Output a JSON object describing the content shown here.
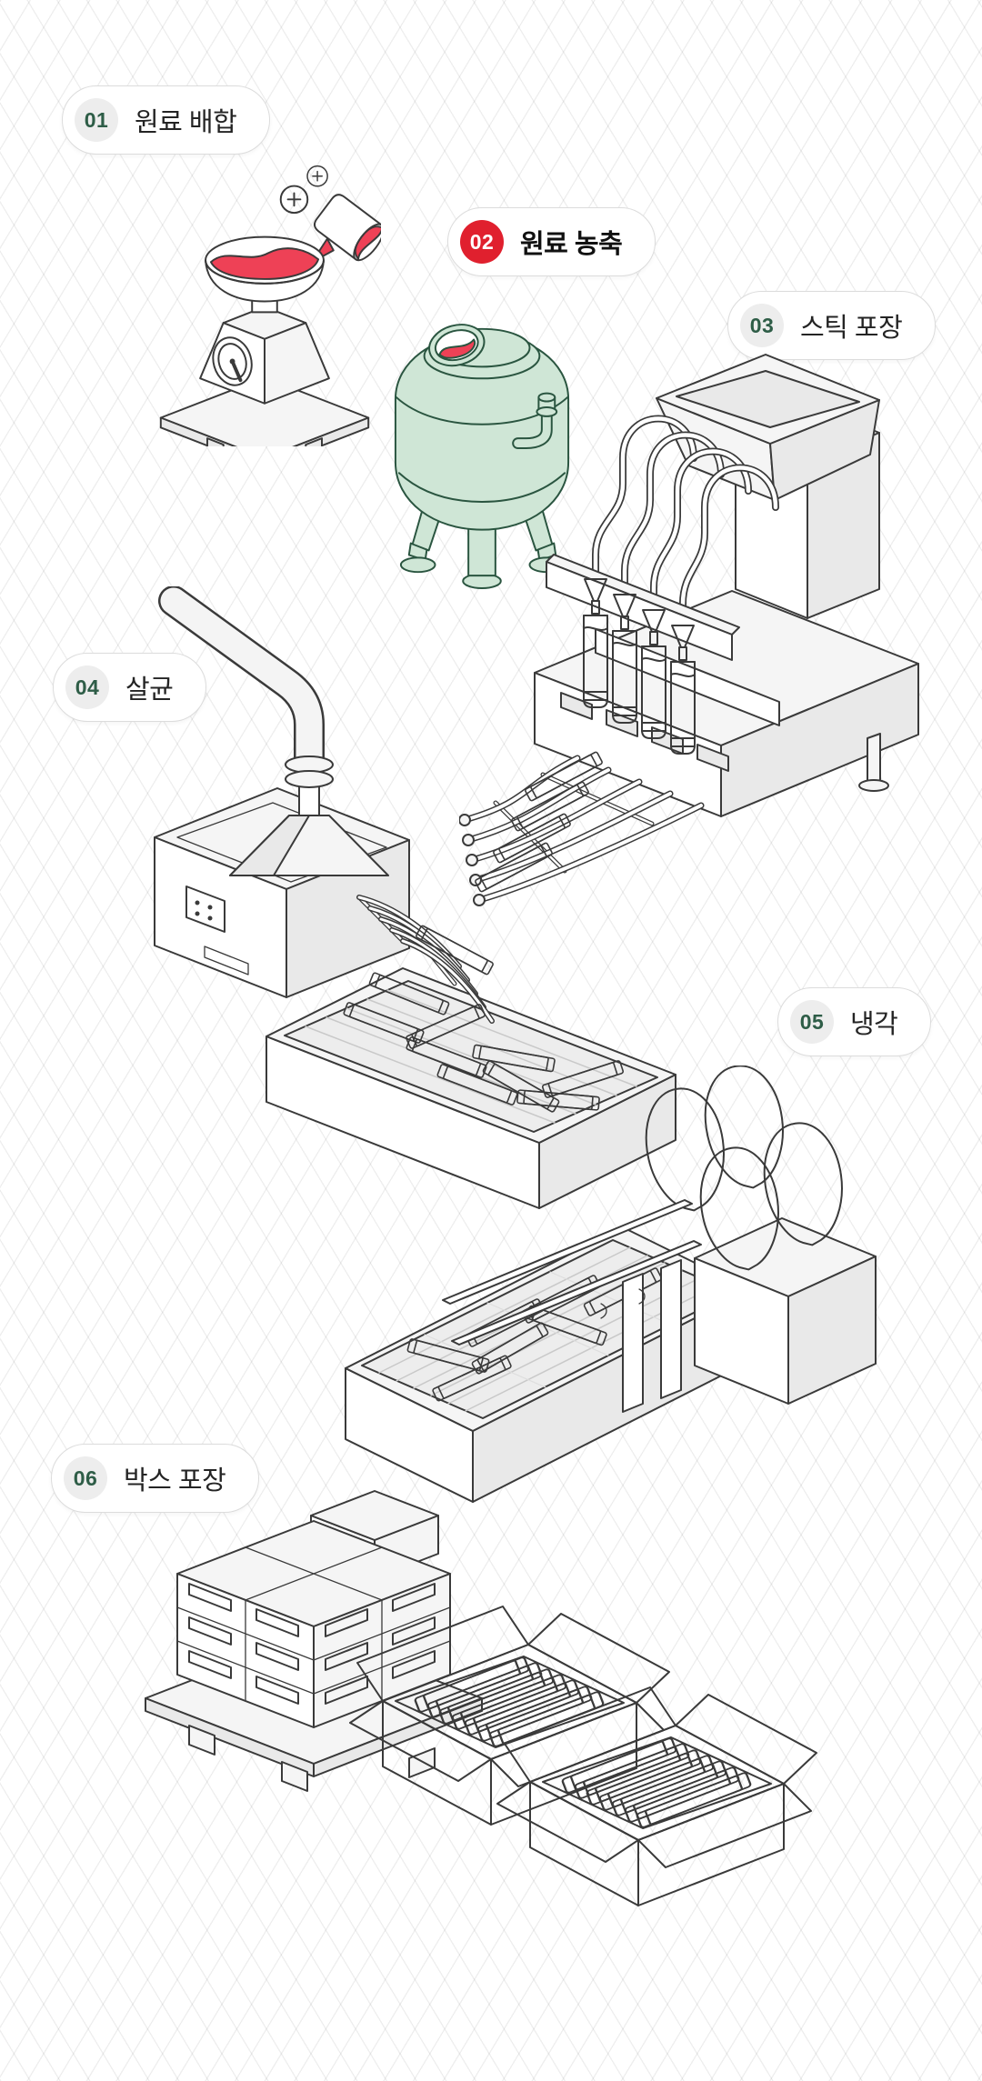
{
  "steps": [
    {
      "number": "01",
      "label": "원료 배합",
      "state": "default"
    },
    {
      "number": "02",
      "label": "원료 농축",
      "state": "active"
    },
    {
      "number": "03",
      "label": "스틱 포장",
      "state": "default"
    },
    {
      "number": "04",
      "label": "살균",
      "state": "default"
    },
    {
      "number": "05",
      "label": "냉각",
      "state": "default"
    },
    {
      "number": "06",
      "label": "박스 포장",
      "state": "default"
    }
  ],
  "colors": {
    "background": "#ffffff",
    "grid_line": "#eaeaea",
    "outline": "#3a3a3a",
    "accent_red": "#ee4156",
    "active_badge_bg": "#e0202e",
    "active_badge_text": "#ffffff",
    "badge_bg": "#ededed",
    "badge_text": "#2e5d47",
    "label_text": "#242424",
    "pill_border": "#dcdcdc",
    "tank_fill": "#cfe6d6",
    "tank_outline": "#2a5540",
    "stick_cap": "#bdbdbd"
  },
  "icons": {
    "plus": "+"
  },
  "illustrations": {
    "step01": "weighing-scale-with-bowl-and-pouring-cup",
    "step02": "concentration-tank",
    "step03": "stick-filling-machine",
    "step04": "sterilization-conveyor-bath",
    "step05": "cooling-bath-with-paddles",
    "step06": "pallet-and-open-boxes-of-sticks"
  }
}
